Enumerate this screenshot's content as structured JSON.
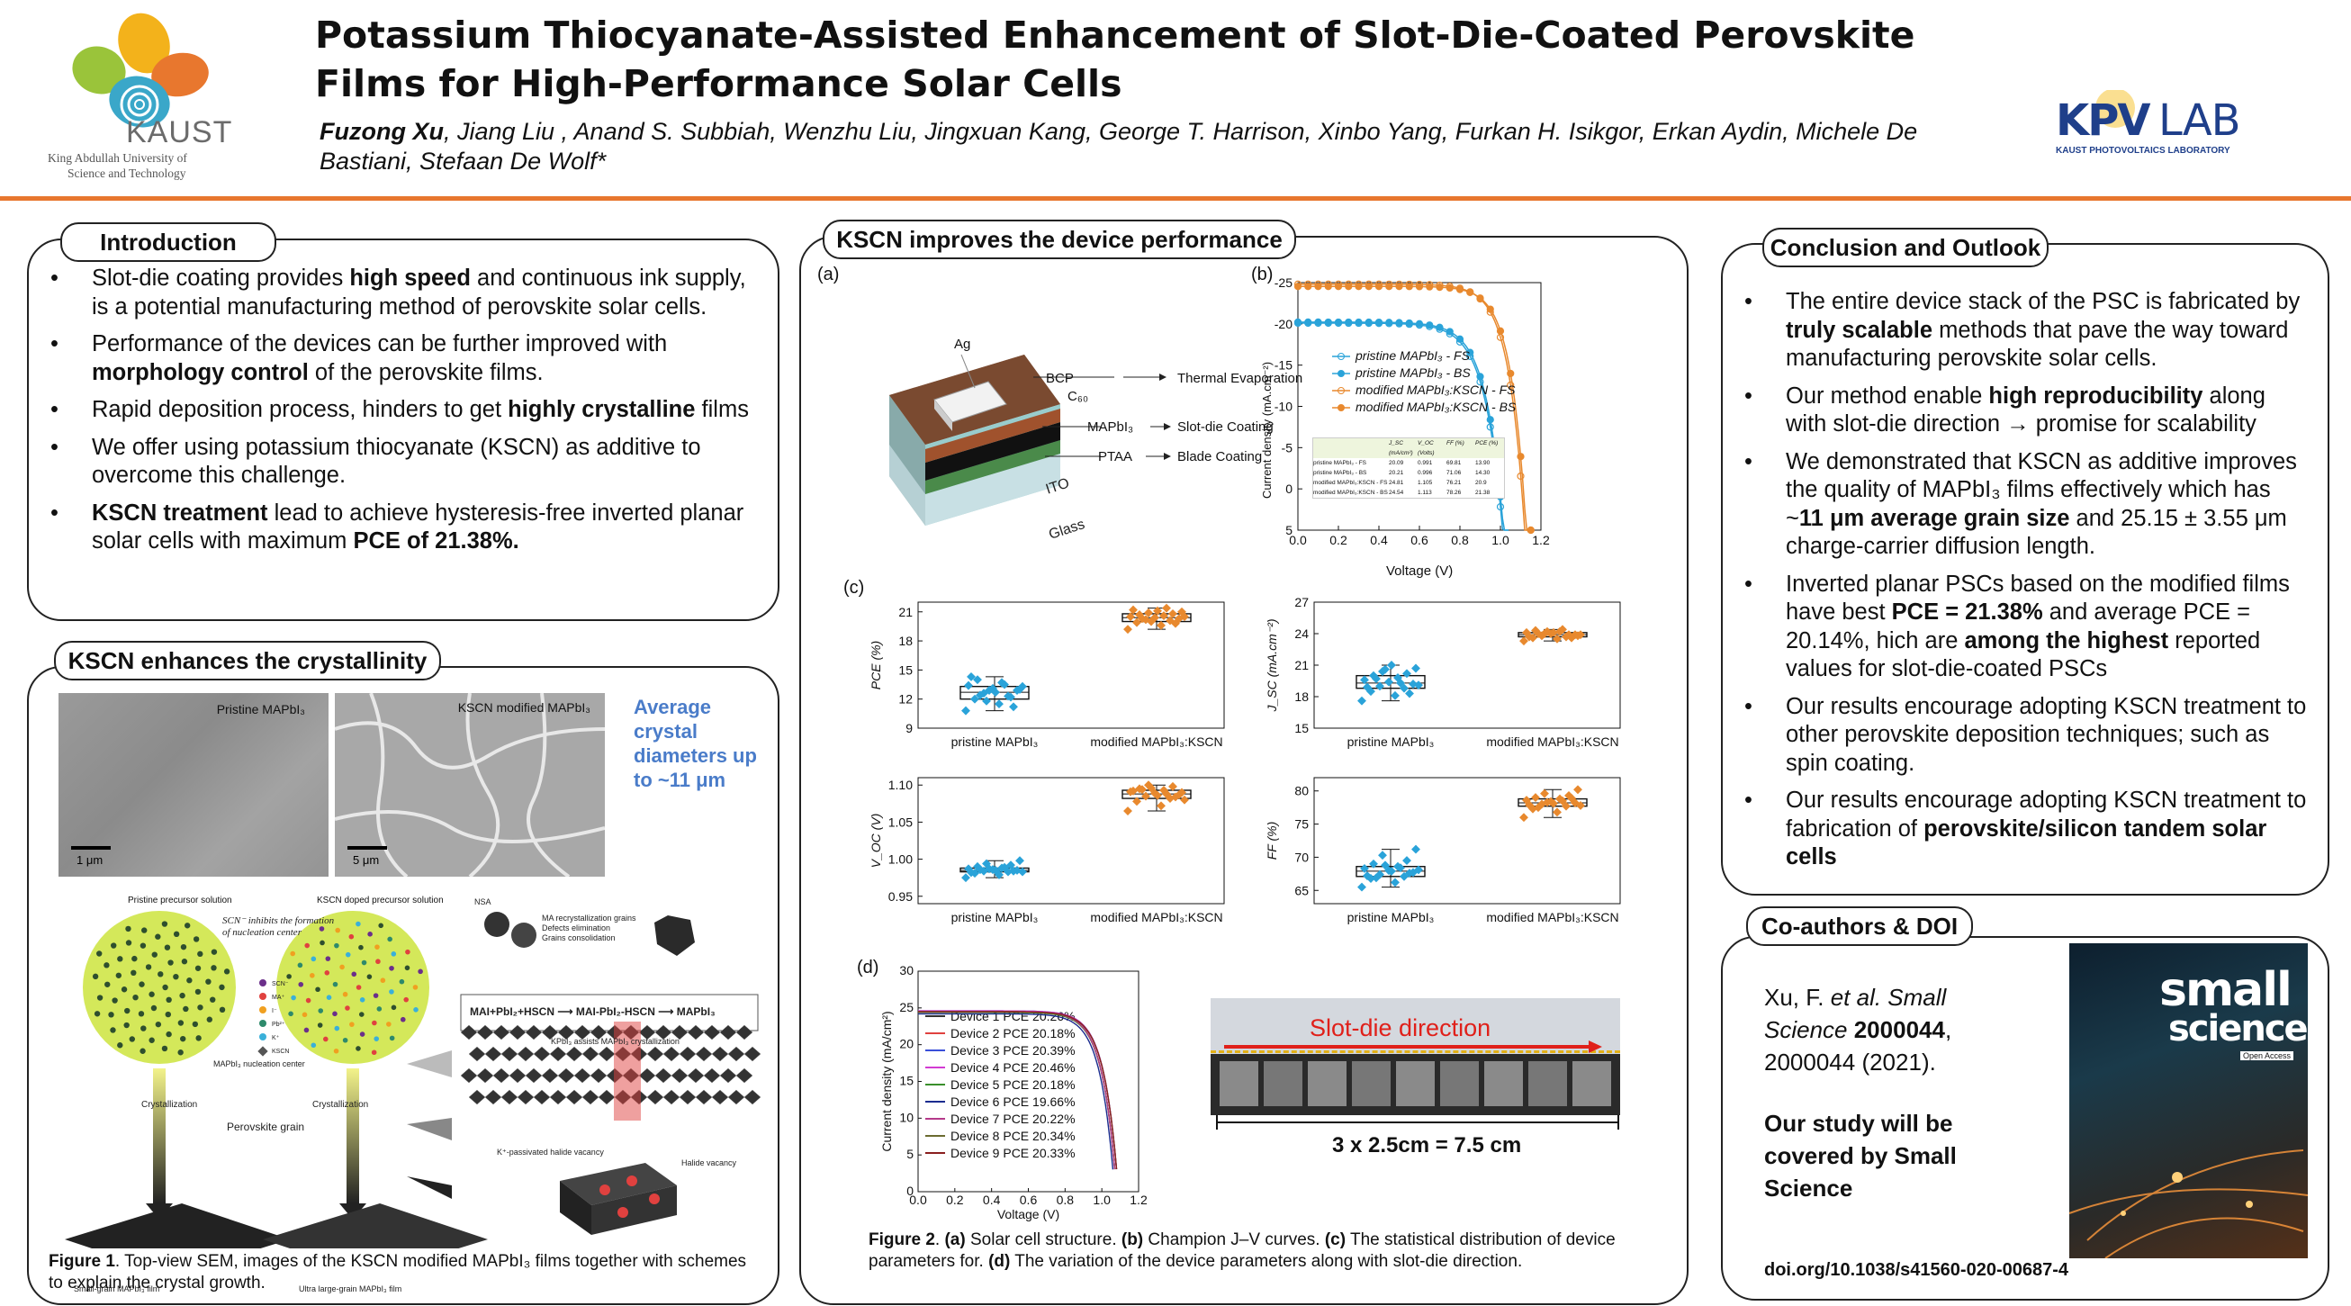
{
  "header": {
    "title": "Potassium Thiocyanate-Assisted Enhancement of Slot-Die-Coated Perovskite Films for High-Performance Solar Cells",
    "first_author": "Fuzong Xu",
    "other_authors": ", Jiang Liu , Anand S. Subbiah, Wenzhu Liu, Jingxuan Kang, George T. Harrison, Xinbo Yang, Furkan H. Isikgor, Erkan Aydin, Michele De Bastiani, Stefaan De Wolf*",
    "kaust_logo": {
      "name": "KAUST",
      "line1": "King Abdullah University of",
      "line2": "Science and Technology"
    },
    "kpv_logo": {
      "kpv": "KPV",
      "lab": "LAB",
      "sub": "KAUST PHOTOVOLTAICS LABORATORY"
    },
    "accent_color": "#e8772e"
  },
  "intro": {
    "title": "Introduction",
    "b1": [
      "Slot-die coating provides ",
      "high speed",
      " and continuous ink supply, is a potential manufacturing method of perovskite solar cells."
    ],
    "b2": [
      "Performance of the devices can be further improved with ",
      "morphology control",
      " of the perovskite films."
    ],
    "b3": [
      "Rapid deposition process, hinders to get ",
      "highly crystalline",
      " films"
    ],
    "b4": "We offer using potassium thiocyanate (KSCN) as additive to overcome this challenge.",
    "b5": [
      "KSCN treatment",
      " lead to achieve hysteresis-free inverted planar solar cells with maximum ",
      "PCE of 21.38%."
    ]
  },
  "cryst": {
    "title": "KSCN enhances the crystallinity",
    "sem1_label": "Pristine MAPbI₃",
    "sem2_label": "KSCN modified MAPbI₃",
    "scale1": "1 μm",
    "scale2": "5 μm",
    "callout": "Average crystal diameters up to ~11 μm",
    "schematic": {
      "pristine_solution": "Pristine precursor solution",
      "kscn_solution": "KSCN doped precursor solution",
      "scn_note1": "SCN⁻ inhibits the formation",
      "scn_note2": "of nucleation center",
      "reaction_a": "MAI+PbI₂+HSCN",
      "reaction_b": "MAI-PbI₂-HSCN",
      "reaction_c": "MAPbI₃",
      "ma_grains": "MA recrystallization grains",
      "defects": "Defects elimination",
      "grains_cons": "Grains consolidation",
      "nucleation": "MAPbI₃ nucleation center",
      "kpb": "KPbI₃ assists MAPbI₃ crystallization",
      "crystallization": "Crystallization",
      "perovskite_grain": "Perovskite grain",
      "small_grain": "Small-grain MAPbI₃ film",
      "large_grain": "Ultra large-grain MAPbI₃ film",
      "passivated": "K⁺-passivated halide vacancy",
      "halide_vacancy": "Halide vacancy",
      "legend_items": [
        "SCN⁻",
        "MA⁺",
        "I⁻",
        "Pb²⁺",
        "K⁺",
        "KSCN"
      ]
    },
    "caption_fig": "Figure 1",
    "caption_text": ". Top-view SEM, images of the KSCN modified MAPbI₃ films together with schemes to explain the crystal growth."
  },
  "device": {
    "title": "KSCN improves the device performance",
    "label_a": "(a)",
    "label_b": "(b)",
    "label_c": "(c)",
    "label_d": "(d)",
    "stack_layers": {
      "ag": "Ag",
      "bcp": "BCP",
      "c60": "C₆₀",
      "mapbi": "MAPbI₃",
      "ptaa": "PTAA",
      "ito": "ITO",
      "glass": "Glass"
    },
    "stack_methods": {
      "thermal": "Thermal Evaporation",
      "slotdie": "Slot-die Coating",
      "blade": "Blade Coating"
    },
    "jv": {
      "xlabel": "Voltage (V)",
      "ylabel": "Current density (mA.cm⁻²)",
      "xticks": [
        "0.0",
        "0.2",
        "0.4",
        "0.6",
        "0.8",
        "1.0",
        "1.2"
      ],
      "yticks": [
        "-25",
        "-20",
        "-15",
        "-10",
        "-5",
        "0",
        "5"
      ],
      "legend": [
        "pristine MAPbI₃ - FS",
        "pristine MAPbI₃ - BS",
        "modified MAPbI₃:KSCN - FS",
        "modified MAPbI₃:KSCN - BS"
      ],
      "table_head": [
        "",
        "J_SC (mA/cm²)",
        "V_OC (Volts)",
        "FF (%)",
        "PCE (%)"
      ],
      "table_rows": [
        [
          "pristine MAPbI₃ - FS",
          "20.09",
          "0.991",
          "69.81",
          "13.90"
        ],
        [
          "pristine MAPbI₃ - BS",
          "20.21",
          "0.996",
          "71.06",
          "14.30"
        ],
        [
          "modified MAPbI₃:KSCN - FS",
          "24.81",
          "1.105",
          "76.21",
          "20.9"
        ],
        [
          "modified MAPbI₃:KSCN - BS",
          "24.54",
          "1.113",
          "78.26",
          "21.38"
        ]
      ]
    },
    "stats": {
      "cat1": "pristine MAPbI₃",
      "cat2": "modified MAPbI₃:KSCN",
      "pce": {
        "ylabel": "PCE (%)",
        "ticks": [
          "21",
          "18",
          "15",
          "12",
          "9"
        ]
      },
      "jsc": {
        "ylabel": "J_SC (mA.cm⁻²)",
        "ticks": [
          "27",
          "24",
          "21",
          "18",
          "15"
        ]
      },
      "voc": {
        "ylabel": "V_OC (V)",
        "ticks": [
          "1.10",
          "1.05",
          "1.00",
          "0.95"
        ]
      },
      "ff": {
        "ylabel": "FF (%)",
        "ticks": [
          "80",
          "75",
          "70",
          "65"
        ]
      }
    },
    "slotdie": {
      "xlabel": "Voltage (V)",
      "ylabel": "Current density (mA/cm²)",
      "xticks": [
        "0.0",
        "0.2",
        "0.4",
        "0.6",
        "0.8",
        "1.0",
        "1.2"
      ],
      "yticks": [
        "30",
        "25",
        "20",
        "15",
        "10",
        "5",
        "0"
      ],
      "devices": [
        "Device 1 PCE 20.26%",
        "Device 2 PCE 20.18%",
        "Device 3 PCE 20.39%",
        "Device 4 PCE 20.46%",
        "Device 5 PCE 20.18%",
        "Device 6 PCE 19.66%",
        "Device 7 PCE 20.22%",
        "Device 8 PCE 20.34%",
        "Device 9 PCE 20.33%"
      ],
      "photo_label": "Slot-die direction",
      "photo_dim": "3 x 2.5cm = 7.5 cm"
    },
    "caption": {
      "fig": "Figure 2",
      "a": "(a)",
      "a_text": " Solar cell structure. ",
      "b": "(b)",
      "b_text": " Champion J–V curves. ",
      "c": "(c)",
      "c_text": " The statistical  distribution of device parameters for. ",
      "d": "(d)",
      "d_text": " The variation of the device parameters along with slot-die direction."
    }
  },
  "conclusion": {
    "title": "Conclusion and Outlook",
    "b1": [
      "The entire device stack of the PSC is fabricated by ",
      "truly scalable",
      " methods that pave the way toward manufacturing perovskite solar cells."
    ],
    "b2": [
      "Our method enable ",
      "high reproducibility",
      " along with slot-die direction → promise for scalability"
    ],
    "b3": [
      "We demonstrated that KSCN as additive improves the quality of MAPbI₃ films effectively which has ~",
      "11 μm  average grain size",
      " and 25.15 ± 3.55 μm charge-carrier diffusion length."
    ],
    "b4": [
      "Inverted planar PSCs based on the modified films have best ",
      "PCE = 21.38%",
      " and average PCE = 20.14%, hich are ",
      "among the highest",
      " reported values for slot-die-coated PSCs"
    ],
    "b5": "Our results encourage adopting KSCN treatment to other perovskite deposition techniques; such as spin coating.",
    "b6": [
      "Our results encourage adopting KSCN treatment to fabrication of ",
      "perovskite/silicon tandem solar cells"
    ]
  },
  "coauthors": {
    "title": "Co-authors & DOI",
    "cite1": "Xu, F. ",
    "cite2": "et al. Small Science",
    "cite3": " 2000044",
    "cite4": ", 2000044 (2021).",
    "covered": "Our study will be covered by Small Science",
    "doi": "doi.org/10.1038/s41560-020-00687-4",
    "cover_small": "small",
    "cover_science": "science",
    "cover_oa": "Open Access"
  },
  "chart_data": [
    {
      "type": "line",
      "title": "",
      "xlabel": "Voltage (V)",
      "ylabel": "Current density (mA.cm⁻²)",
      "xlim": [
        0.0,
        1.2
      ],
      "ylim": [
        5,
        -25
      ],
      "series": [
        {
          "name": "pristine MAPbI₃ - FS",
          "jsc": 20.09,
          "voc": 0.991,
          "ff": 69.81
        },
        {
          "name": "pristine MAPbI₃ - BS",
          "jsc": 20.21,
          "voc": 0.996,
          "ff": 71.06
        },
        {
          "name": "modified MAPbI₃:KSCN - FS",
          "jsc": 24.81,
          "voc": 1.105,
          "ff": 76.21
        },
        {
          "name": "modified MAPbI₃:KSCN - BS",
          "jsc": 24.54,
          "voc": 1.113,
          "ff": 78.26
        }
      ]
    },
    {
      "type": "box",
      "categories": [
        "pristine MAPbI₃",
        "modified MAPbI₃:KSCN"
      ],
      "panels": [
        {
          "ylabel": "PCE (%)",
          "ylim": [
            9,
            22
          ],
          "values": [
            [
              10.8,
              11.5,
              12.0,
              12.3,
              12.6,
              12.9,
              13.1,
              13.4,
              13.7,
              14.0,
              12.2,
              11.8,
              13.0,
              12.7,
              14.3,
              13.5,
              12.4,
              11.2,
              12.9,
              13.3
            ],
            [
              19.2,
              19.6,
              19.9,
              20.1,
              20.2,
              20.3,
              20.4,
              20.5,
              20.6,
              20.7,
              20.8,
              20.9,
              21.0,
              21.1,
              21.2,
              21.38,
              20.3,
              19.8,
              20.0,
              20.5
            ]
          ]
        },
        {
          "ylabel": "J_SC (mA.cm⁻²)",
          "ylim": [
            15,
            27
          ],
          "values": [
            [
              17.6,
              18.1,
              18.5,
              18.8,
              19.0,
              19.2,
              19.4,
              19.6,
              19.8,
              20.0,
              20.2,
              20.4,
              20.7,
              21.0,
              18.9,
              19.3,
              19.7,
              18.3,
              20.6,
              19.1
            ],
            [
              23.3,
              23.5,
              23.6,
              23.7,
              23.8,
              23.9,
              24.0,
              24.1,
              24.2,
              24.3,
              23.9,
              24.0,
              23.8,
              24.1,
              23.7,
              24.4,
              24.0,
              23.6,
              24.2,
              23.9
            ]
          ]
        },
        {
          "ylabel": "V_OC (V)",
          "ylim": [
            0.94,
            1.11
          ],
          "values": [
            [
              0.975,
              0.979,
              0.981,
              0.983,
              0.984,
              0.985,
              0.986,
              0.987,
              0.988,
              0.99,
              0.992,
              0.994,
              0.998,
              0.985,
              0.982,
              0.989,
              0.986,
              0.984,
              0.987,
              0.983
            ],
            [
              1.065,
              1.072,
              1.078,
              1.082,
              1.085,
              1.087,
              1.089,
              1.091,
              1.093,
              1.095,
              1.098,
              1.1,
              1.09,
              1.086,
              1.092,
              1.088,
              1.094,
              1.084,
              1.096,
              1.08
            ]
          ]
        },
        {
          "ylabel": "FF (%)",
          "ylim": [
            63,
            82
          ],
          "values": [
            [
              65.5,
              66.2,
              66.8,
              67.1,
              67.4,
              67.7,
              68.0,
              68.3,
              68.6,
              69.0,
              69.5,
              70.3,
              71.2,
              67.9,
              67.2,
              68.4,
              66.9,
              67.6,
              68.8,
              68.1
            ],
            [
              76.0,
              76.8,
              77.3,
              77.7,
              78.0,
              78.2,
              78.4,
              78.6,
              78.8,
              79.0,
              79.3,
              79.6,
              80.2,
              78.1,
              77.9,
              78.5,
              77.5,
              78.9,
              78.3,
              77.8
            ]
          ]
        }
      ]
    },
    {
      "type": "line",
      "title": "",
      "xlabel": "Voltage (V)",
      "ylabel": "Current density (mA/cm²)",
      "xlim": [
        0.0,
        1.2
      ],
      "ylim": [
        0,
        30
      ],
      "series": [
        {
          "name": "Device 1 PCE 20.26%",
          "jsc": 24.5,
          "voc": 1.08,
          "color": "#333333"
        },
        {
          "name": "Device 2 PCE 20.18%",
          "jsc": 24.4,
          "voc": 1.08,
          "color": "#e0413f"
        },
        {
          "name": "Device 3 PCE 20.39%",
          "jsc": 24.6,
          "voc": 1.09,
          "color": "#3a4fd9"
        },
        {
          "name": "Device 4 PCE 20.46%",
          "jsc": 24.6,
          "voc": 1.09,
          "color": "#d23bd2"
        },
        {
          "name": "Device 5 PCE 20.18%",
          "jsc": 24.4,
          "voc": 1.08,
          "color": "#3a8f2c"
        },
        {
          "name": "Device 6 PCE 19.66%",
          "jsc": 24.2,
          "voc": 1.07,
          "color": "#1b2c8f"
        },
        {
          "name": "Device 7 PCE 20.22%",
          "jsc": 24.5,
          "voc": 1.08,
          "color": "#b53a8a"
        },
        {
          "name": "Device 8 PCE 20.34%",
          "jsc": 24.5,
          "voc": 1.09,
          "color": "#6b6b30"
        },
        {
          "name": "Device 9 PCE 20.33%",
          "jsc": 24.5,
          "voc": 1.09,
          "color": "#8a1f1f"
        }
      ]
    }
  ]
}
